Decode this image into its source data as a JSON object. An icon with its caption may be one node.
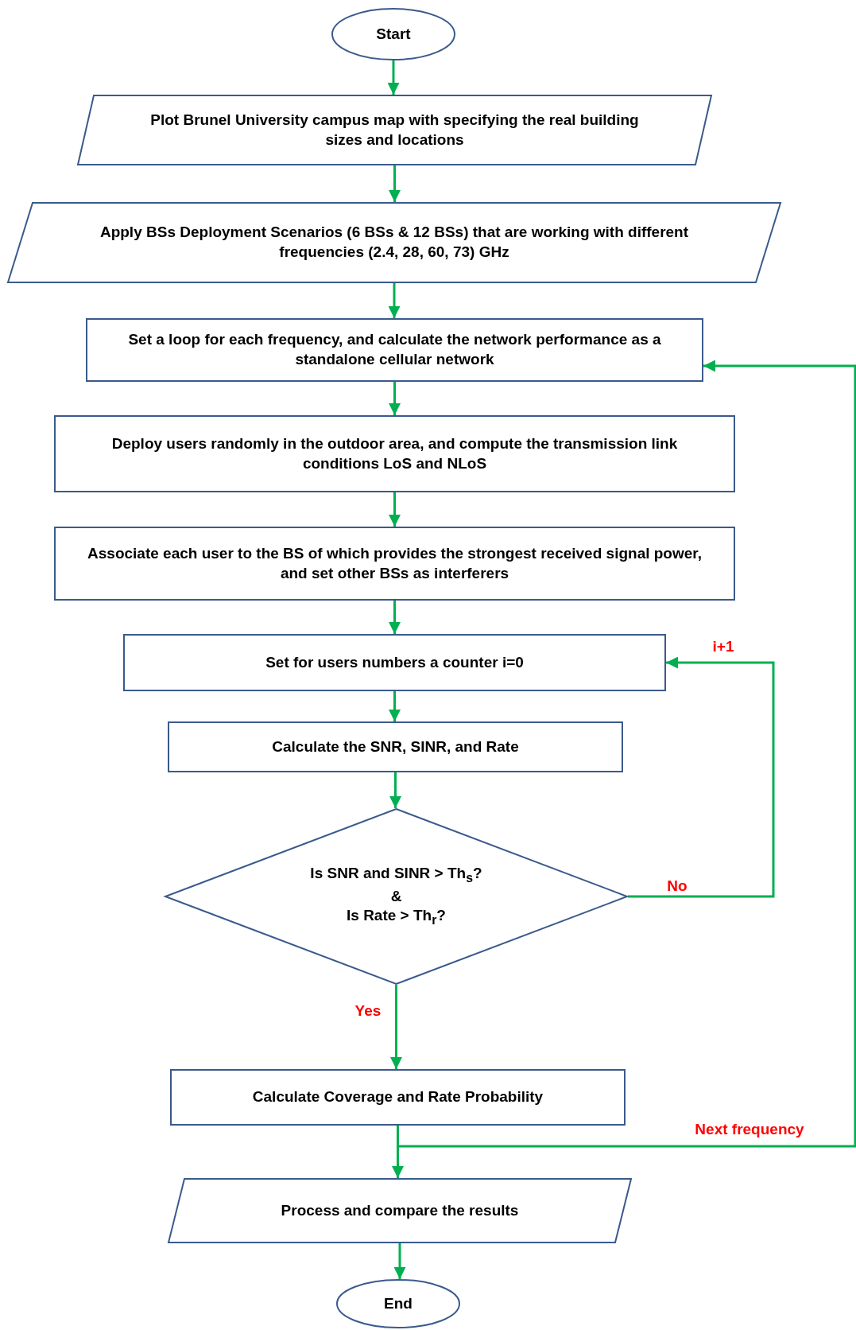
{
  "diagram": {
    "nodes": [
      {
        "text": [
          "Start"
        ]
      },
      {
        "text": [
          "Plot Brunel University campus map with specifying the real building sizes and locations"
        ]
      },
      {
        "text": [
          "Apply BSs Deployment Scenarios (6 BSs & 12 BSs) that are working with different frequencies (2.4, 28, 60, 73) GHz"
        ]
      },
      {
        "text": [
          "Set a loop for each frequency, and calculate the network performance as a standalone cellular network"
        ]
      },
      {
        "text": [
          "Deploy users randomly in the outdoor area, and compute the transmission link conditions LoS and NLoS"
        ]
      },
      {
        "text": [
          "Associate each user to the BS of which provides the strongest received signal power, and set other BSs as interferers"
        ]
      },
      {
        "text": [
          "Set for users numbers a counter i=0"
        ]
      },
      {
        "text": [
          "Calculate the SNR, SINR, and Rate"
        ]
      },
      {
        "text": [
          "Is SNR and SINR > Th$_{s}$?",
          "&",
          "Is Rate > Th$_{r}$?"
        ]
      },
      {
        "text": [
          "Calculate Coverage and Rate Probability"
        ]
      },
      {
        "text": [
          "Process and compare the results"
        ]
      },
      {
        "text": [
          "End"
        ]
      }
    ],
    "edges": [
      {
        "from": 0,
        "to": 1,
        "arrow": "to"
      },
      {
        "from": 1,
        "to": 2,
        "arrow": "to"
      },
      {
        "from": 2,
        "to": 3,
        "arrow": "to"
      },
      {
        "from": 3,
        "to": 4,
        "arrow": "to"
      },
      {
        "from": 4,
        "to": 5,
        "arrow": "to"
      },
      {
        "from": 5,
        "to": 6,
        "arrow": "to"
      },
      {
        "from": 6,
        "to": 7,
        "arrow": "to"
      },
      {
        "from": 7,
        "to": 8,
        "arrow": "to"
      },
      {
        "from": 8,
        "to": 6,
        "arrow": "to",
        "label": "No"
      },
      {
        "from": 8,
        "to": 9,
        "arrow": "to",
        "label": "Yes"
      },
      {
        "from": 9,
        "to": 10,
        "arrow": "to"
      },
      {
        "from": 10,
        "to": 11,
        "arrow": "to"
      },
      {
        "from": 9,
        "to": 3,
        "arrow": "to",
        "label": "Next frequency"
      }
    ],
    "labels": [
      "i+1"
    ]
  }
}
